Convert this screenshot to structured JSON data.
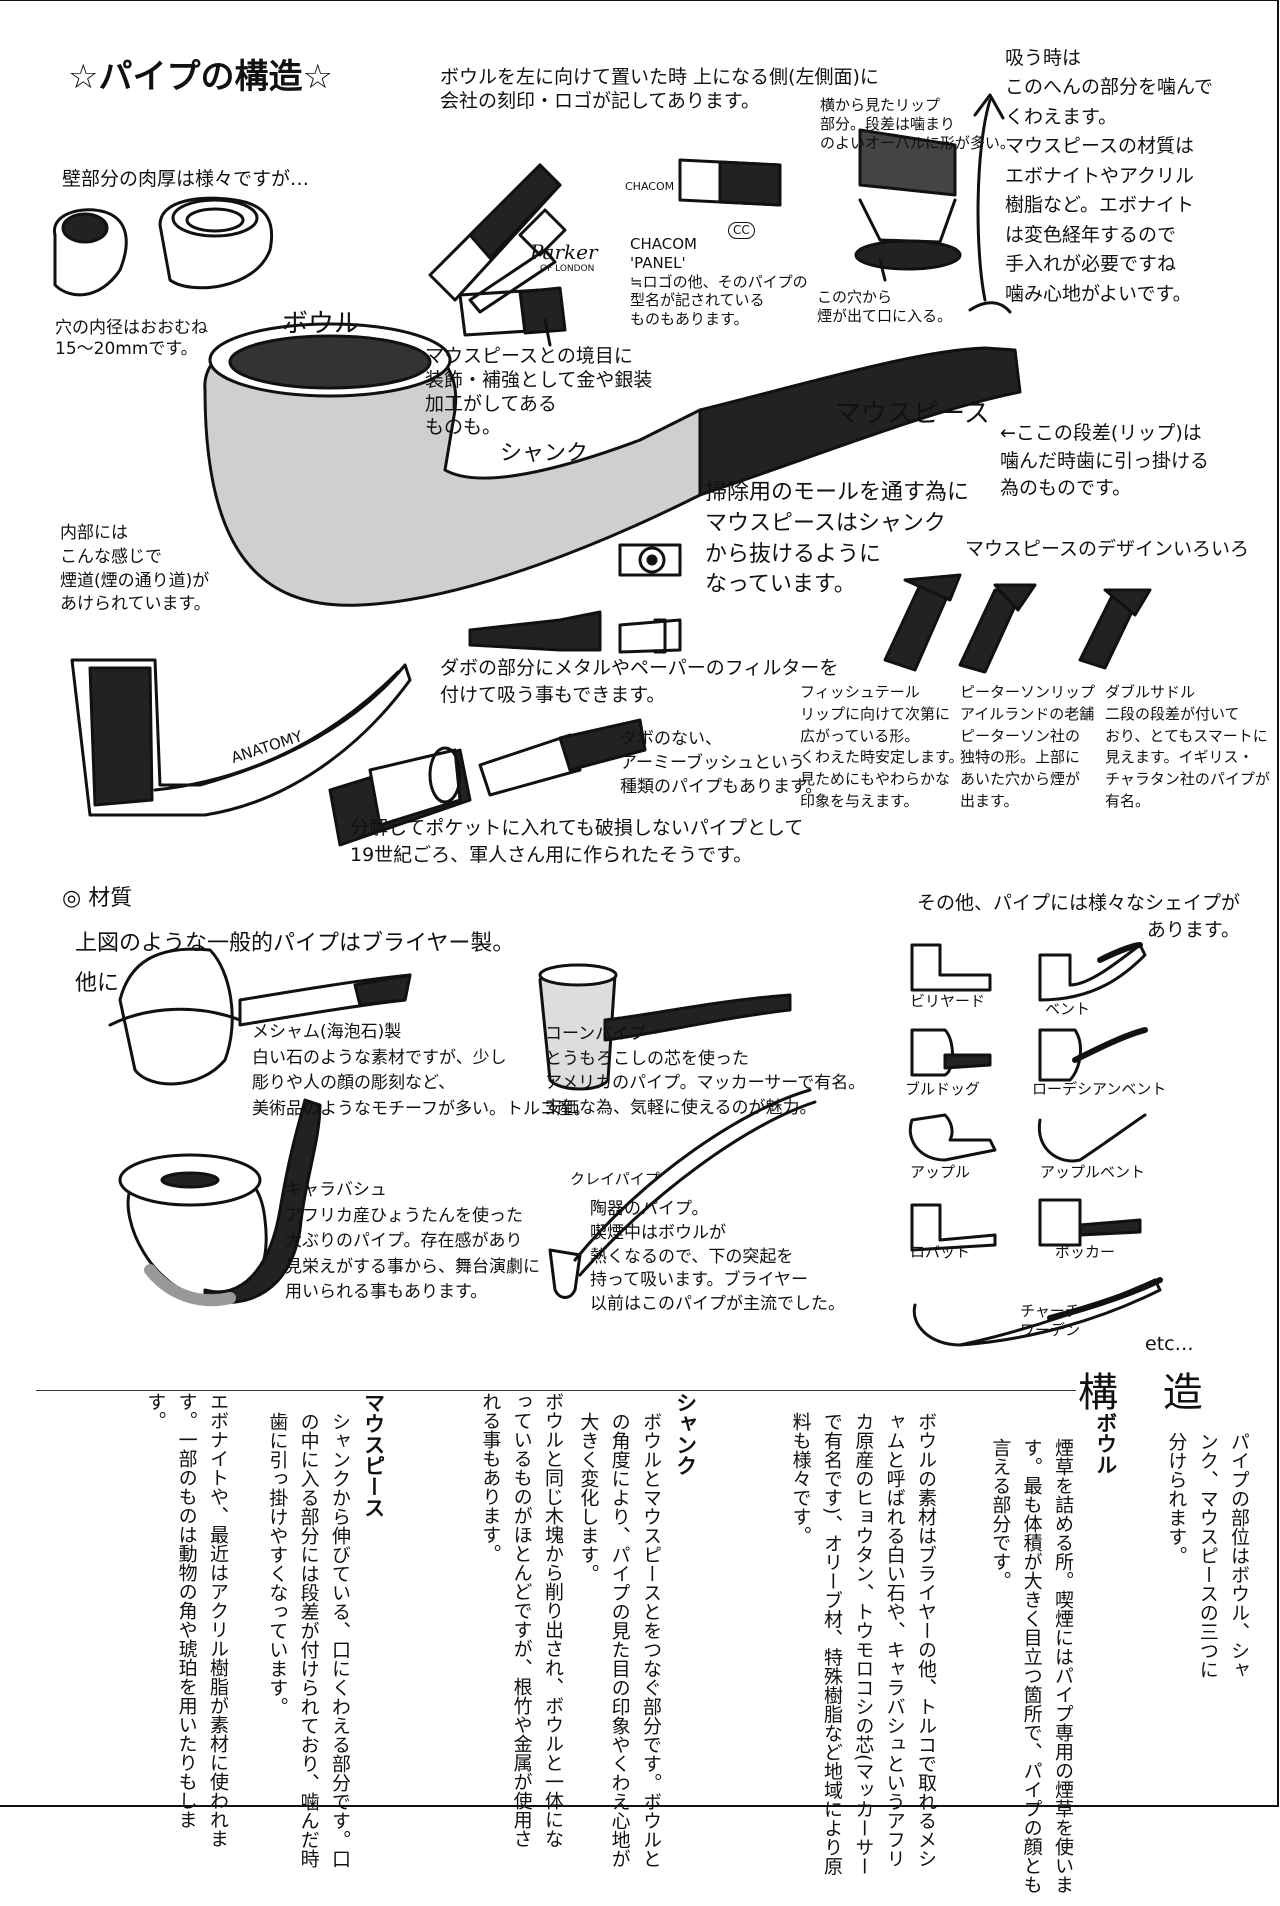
{
  "title": "☆パイプの構造☆",
  "notes": {
    "logo_side": "ボウルを左に向けて置いた時 上になる側(左側面)に\n会社の刻印・ロゴが記してあります。",
    "lip_text": "横から見たリップ\n部分。段差は噛まり\nのよいオーバルに形が多い。",
    "bite": "吸う時は\nこのへんの部分を噛んで\nくわえます。\nマウスピースの材質は\nエボナイトやアクリル\n樹脂など。エボナイト\nは変色経年するので\n手入れが必要ですね\n噛み心地がよいです。",
    "wall": "壁部分の肉厚は様々ですが…",
    "bore": "穴の内径はおおむね\n15〜20mmです。",
    "bowl": "ボウル",
    "shank": "シャンク",
    "mouthpiece": "マウスピース",
    "band": "マウスピースとの境目に\n装飾・補強として金や銀装\n加工がしてある\nものも。",
    "chacom": "CHACOM\n'PANEL'\n≒ロゴの他、そのパイプの\n型名が記されている\nものもあります。",
    "smoke_hole": "この穴から\n煙が出て口に入る。",
    "lip_step": "←ここの段差(リップ)は\n噛んだ時歯に引っ掛ける\n為のものです。",
    "cleaning": "掃除用のモールを通す為に\nマウスピースはシャンク\nから抜けるように\nなっています。",
    "mp_designs": "マウスピースのデザインいろいろ",
    "inside": "内部には\nこんな感じで\n煙道(煙の通り道)が\nあけられています。",
    "anatomy": "ANATOMY",
    "filter": "ダボの部分にメタルやペーパーのフィルターを\n付けて吸う事もできます。",
    "army": "ダボのない、\nアーミーブッシュという\n種類のパイプもあります。",
    "army2": "分解してポケットに入れても破損しないパイプとして\n19世紀ごろ、軍人さん用に作られたそうです。",
    "fishtail": "フィッシュテール\nリップに向けて次第に\n広がっている形。\nくわえた時安定します。\n見ためにもやわらかな\n印象を与えます。",
    "peterson": "ピーターソンリップ\nアイルランドの老舗\nピーターソン社の\n独特の形。上部に\nあいた穴から煙が\n出ます。",
    "double": "ダブルサドル\n二段の段差が付いて\nおり、とてもスマートに\n見えます。イギリス・\nチャラタン社のパイプが\n有名。",
    "material_head": "◎ 材質",
    "material_intro": "上図のような一般的パイプはブライヤー製。",
    "other": "他に",
    "meerschaum": "メシャム(海泡石)製\n白い石のような素材ですが、少し\n彫りや人の顔の彫刻など、\n美術品のようなモチーフが多い。トルコ産。",
    "corncob": "コーンパイプ\nとうもろこしの芯を使った\nアメリカのパイプ。マッカーサーで有名。\n安価な為、気軽に使えるのが魅力。",
    "calabash": "キャラバシュ\nアフリカ産ひょうたんを使った\n大ぶりのパイプ。存在感があり\n見栄えがする事から、舞台演劇に\n用いられる事もあります。",
    "clay": "クレイパイプ",
    "clay_desc": "陶器のパイプ。\n喫煙中はボウルが\n熱くなるので、下の突起を\n持って吸います。ブライヤー\n以前はこのパイプが主流でした。",
    "shapes_intro": "その他、パイプには様々なシェイプが\nあります。",
    "etc": "etc…",
    "logo_word": "Parker",
    "logo_sub": "OF LONDON",
    "cc": "CC",
    "chacom_small": "CHACOM"
  },
  "shapes": [
    "ビリヤード",
    "ベント",
    "ブルドッグ",
    "ローデシアンベント",
    "アップル",
    "アップルベント",
    "ロバット",
    "ポッカー",
    "チャーチ\nワーデン"
  ],
  "section": {
    "heading": "構 造",
    "intro": "パイプの部位はボウル、シャンク、マウスピースの三つに分けられます。",
    "bowl_h": "ボウル",
    "bowl_p1": "煙草を詰める所。喫煙にはパイプ専用の煙草を使います。最も体積が大きく目立つ箇所で、パイプの顔とも言える部分です。",
    "bowl_p2": "ボウルの素材はブライヤーの他、トルコで取れるメシャムと呼ばれる白い石や、キャラバシュというアフリカ原産のヒョウタン、トウモロコシの芯(マッカーサーで有名です)、オリーブ材、特殊樹脂など地域により原料も様々です。",
    "shank_h": "シャンク",
    "shank_p1": "ボウルとマウスピースとをつなぐ部分です。ボウルとの角度により、パイプの見た目の印象やくわえ心地が大きく変化します。",
    "shank_p2": "ボウルと同じ木塊から削り出され、ボウルと一体になっているものがほとんどですが、根竹や金属が使用される事もあります。",
    "mp_h": "マウスピース",
    "mp_p1": "シャンクから伸びている、口にくわえる部分です。口の中に入る部分には段差が付けられており、噛んだ時歯に引っ掛けやすくなっています。",
    "mp_p2": "エボナイトや、最近はアクリル樹脂が素材に使われます。一部のものは動物の角や琥珀を用いたりもします。"
  }
}
